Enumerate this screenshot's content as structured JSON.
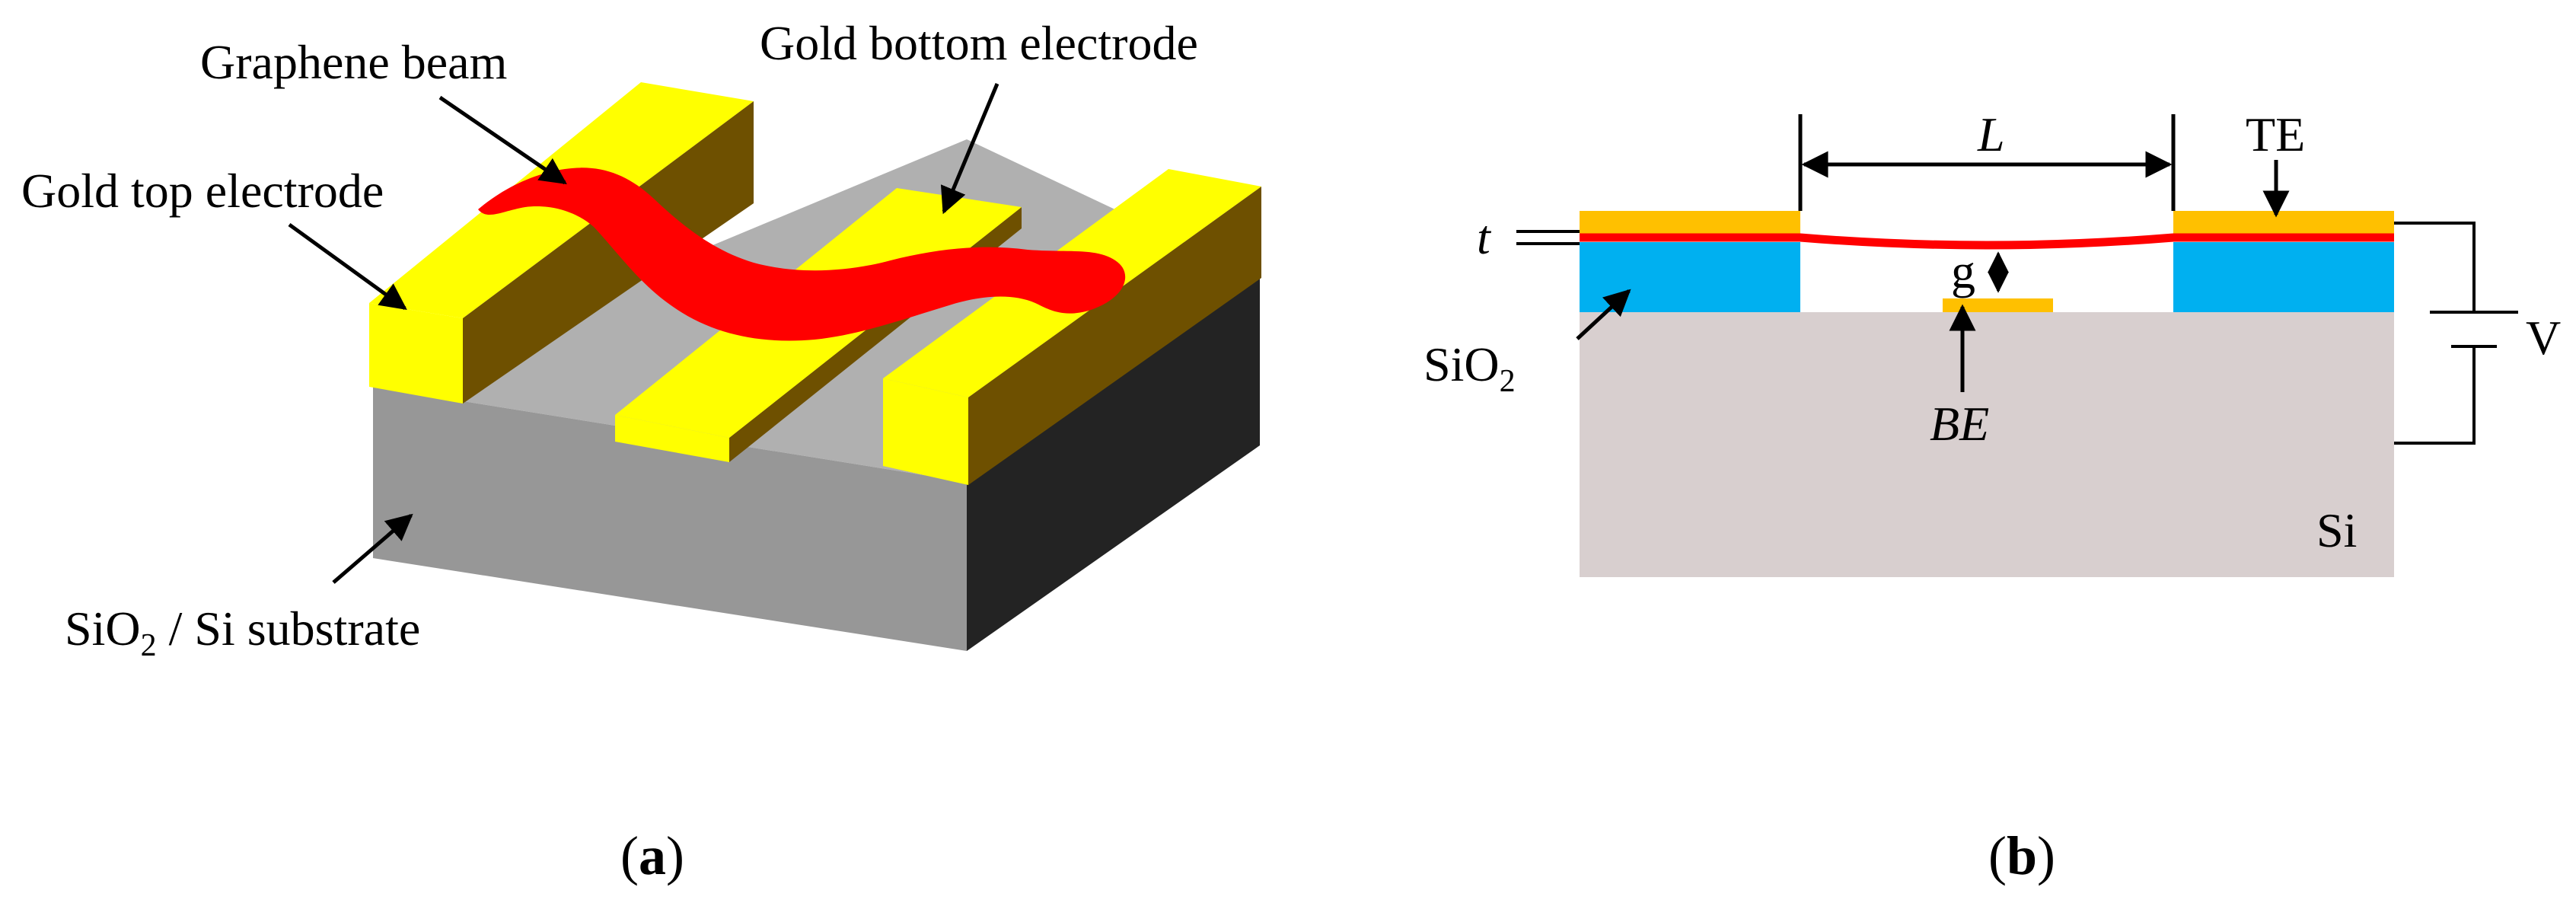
{
  "panel_a": {
    "caption_open": "(",
    "caption_letter": "a",
    "caption_close": ")",
    "labels": {
      "graphene_beam": "Graphene beam",
      "gold_bottom_electrode": "Gold bottom electrode",
      "gold_top_electrode": "Gold top electrode",
      "substrate_si": "SiO",
      "substrate_sub": "2",
      "substrate_rest": " / Si substrate"
    }
  },
  "panel_b": {
    "caption_open": "(",
    "caption_letter": "b",
    "caption_close": ")",
    "labels": {
      "length": "L",
      "top_electrode": "TE",
      "thickness": "t",
      "gap": "g",
      "voltage": "V",
      "sio2_main": "SiO",
      "sio2_sub": "2",
      "bottom_electrode": "BE",
      "silicon": "Si"
    }
  },
  "colors": {
    "gold_top": "#ffff00",
    "gold_side": "#6e5000",
    "graphene": "#ff0000",
    "substrate_top": "#b0b0b0",
    "substrate_front": "#979797",
    "substrate_side": "#232323",
    "sio2": "#00b0f0",
    "silicon": "#d8cfcf",
    "electrode_b": "#ffc000"
  }
}
